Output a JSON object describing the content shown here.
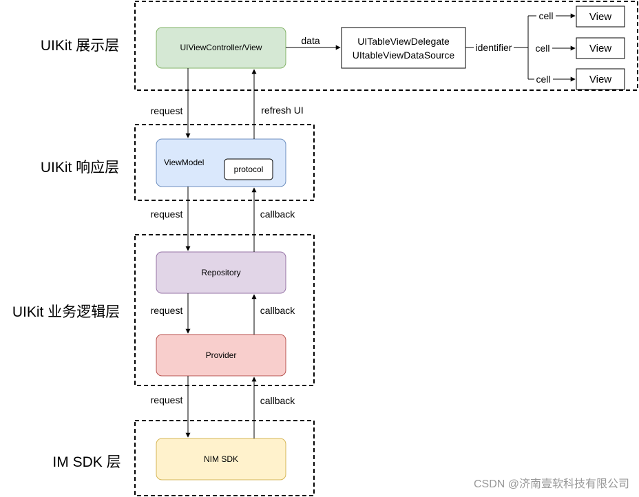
{
  "layers": {
    "display": "UIKit 展示层",
    "response": "UIKit 响应层",
    "business": "UIKit 业务逻辑层",
    "sdk": "IM SDK 层"
  },
  "nodes": {
    "view_controller": "UIViewController/View",
    "table_delegate_line1": "UITableViewDelegate",
    "table_delegate_line2": "UItableViewDataSource",
    "view_1": "View",
    "view_2": "View",
    "view_3": "View",
    "view_model": "ViewModel",
    "protocol": "protocol",
    "repository": "Repository",
    "provider": "Provider",
    "nim_sdk": "NIM SDK"
  },
  "edges": {
    "data": "data",
    "identifier": "identifier",
    "cell_1": "cell",
    "cell_2": "cell",
    "cell_3": "cell",
    "request_1": "request",
    "refresh": "refresh UI",
    "request_2": "request",
    "callback_2": "callback",
    "request_3": "request",
    "callback_3": "callback",
    "request_4": "request",
    "callback_4": "callback"
  },
  "watermark": "CSDN @济南壹软科技有限公司",
  "colors": {
    "green_fill": "#d5e8d4",
    "green_stroke": "#82b366",
    "blue_fill": "#dae8fc",
    "blue_stroke": "#6c8ebf",
    "purple_fill": "#e1d5e7",
    "purple_stroke": "#9673a6",
    "red_fill": "#f8cecc",
    "red_stroke": "#b85450",
    "yellow_fill": "#fff2cc",
    "yellow_stroke": "#d6b656"
  }
}
